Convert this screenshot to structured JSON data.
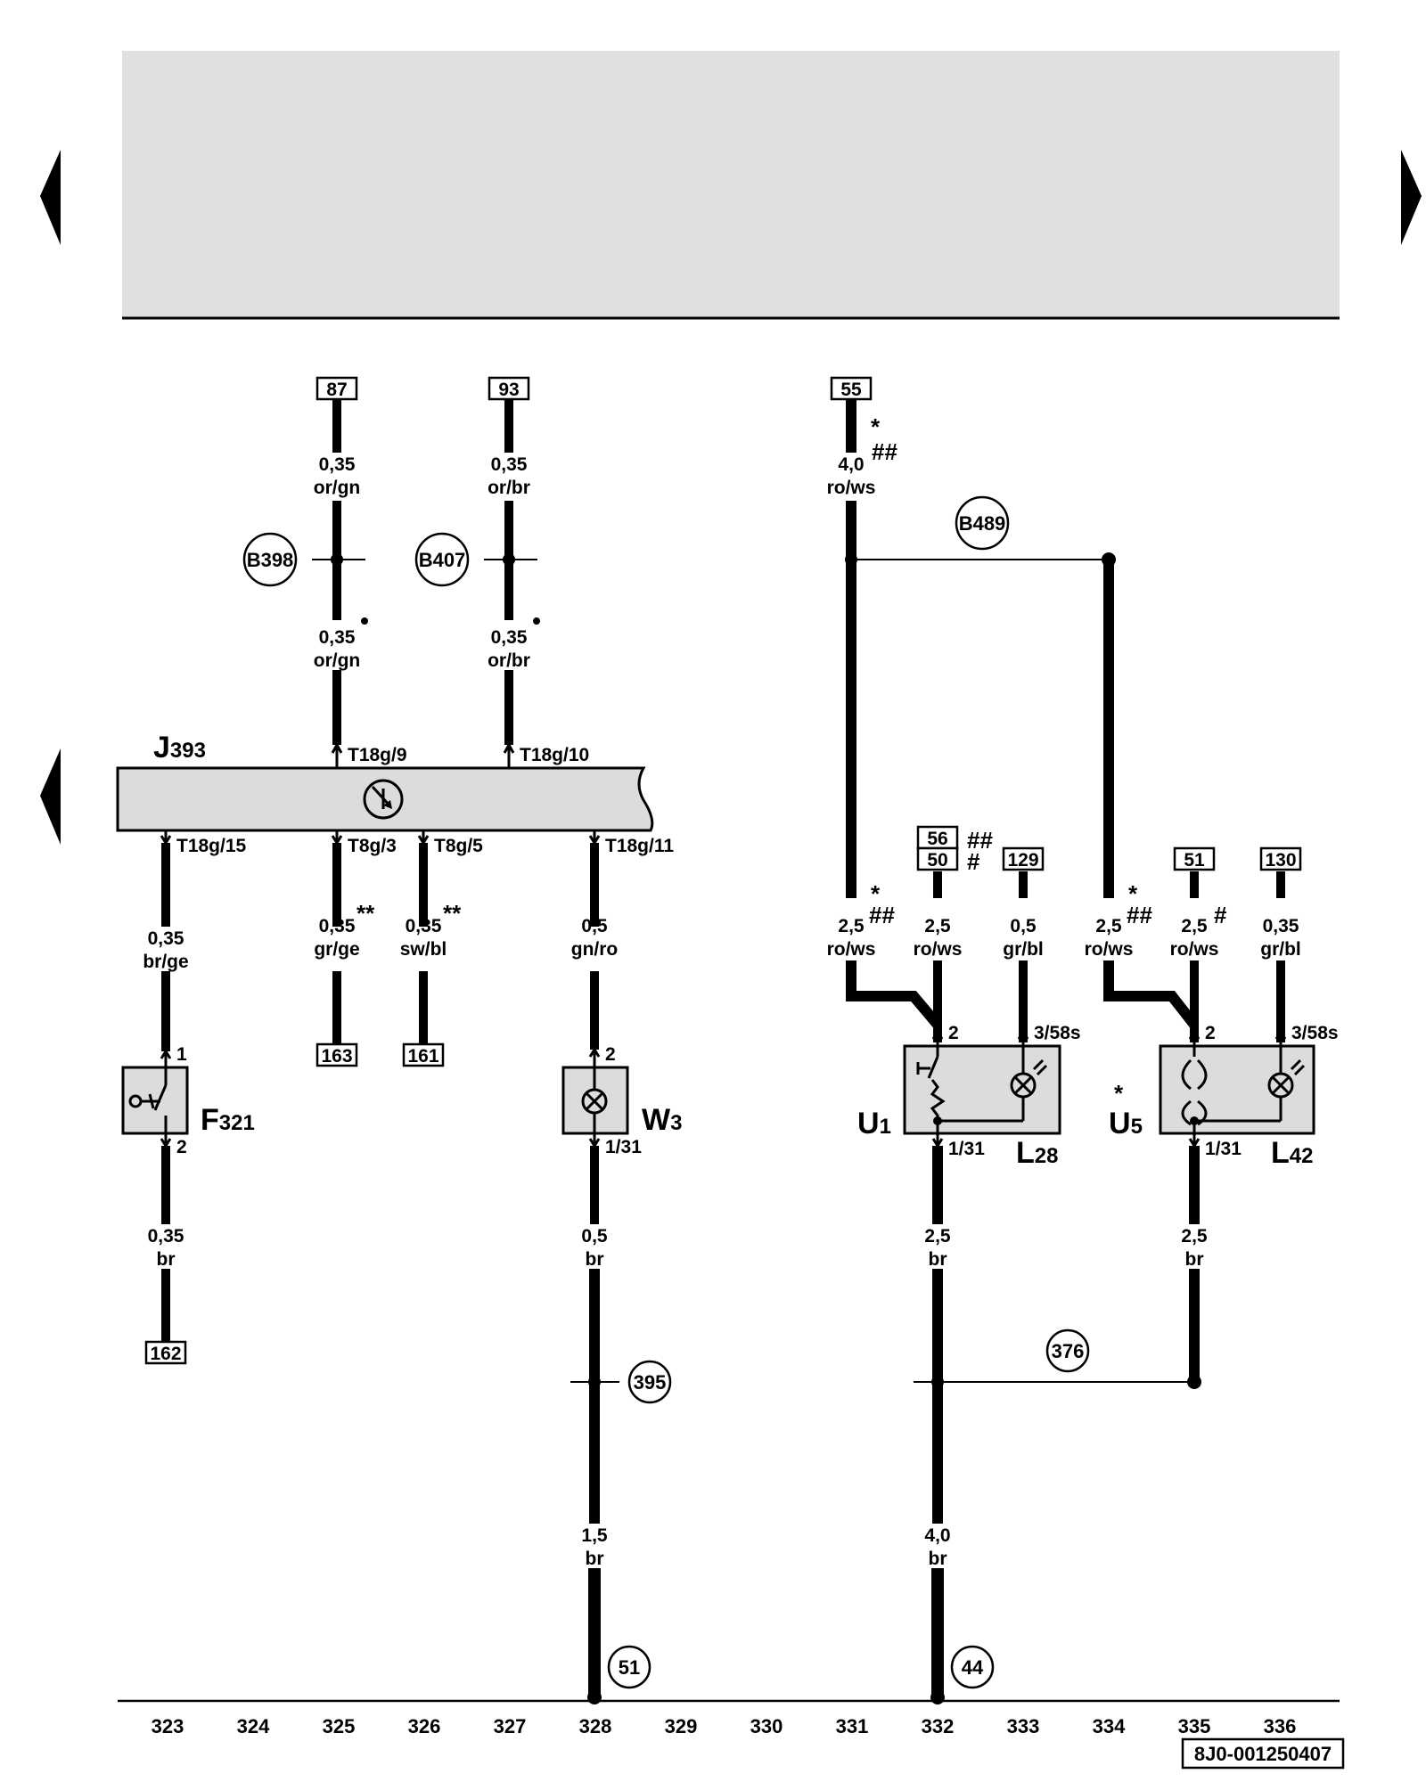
{
  "wires": {
    "w87_top": {
      "size": "0,35",
      "color": "or/gn"
    },
    "w87_bot": {
      "size": "0,35",
      "color": "or/gn"
    },
    "w93_top": {
      "size": "0,35",
      "color": "or/br"
    },
    "w93_bot": {
      "size": "0,35",
      "color": "or/br"
    },
    "w55": {
      "size": "4,0",
      "color": "ro/ws"
    },
    "f321_in": {
      "size": "0,35",
      "color": "br/ge"
    },
    "f321_out": {
      "size": "0,35",
      "color": "br"
    },
    "t8g3": {
      "size": "0,35",
      "color": "gr/ge"
    },
    "t8g5": {
      "size": "0,35",
      "color": "sw/bl"
    },
    "w3_in": {
      "size": "0,5",
      "color": "gn/ro"
    },
    "w3_out": {
      "size": "0,5",
      "color": "br"
    },
    "w3_gnd": {
      "size": "1,5",
      "color": "br"
    },
    "u1_left": {
      "size": "2,5",
      "color": "ro/ws"
    },
    "u1_mid": {
      "size": "2,5",
      "color": "ro/ws"
    },
    "l28_in": {
      "size": "0,5",
      "color": "gr/bl"
    },
    "u5_left": {
      "size": "2,5",
      "color": "ro/ws"
    },
    "u5_mid": {
      "size": "2,5",
      "color": "ro/ws"
    },
    "l42_in": {
      "size": "0,35",
      "color": "gr/bl"
    },
    "u1_out": {
      "size": "2,5",
      "color": "br"
    },
    "u5_out": {
      "size": "2,5",
      "color": "br"
    },
    "u1_gnd": {
      "size": "4,0",
      "color": "br"
    }
  },
  "refs": {
    "r87": "87",
    "r93": "93",
    "r55": "55",
    "r56": "56",
    "r50": "50",
    "r129": "129",
    "r51": "51",
    "r130": "130",
    "r163": "163",
    "r161": "161",
    "r162": "162"
  },
  "nodes": {
    "b398": "B398",
    "b407": "B407",
    "b489": "B489",
    "n395": "395",
    "n376": "376",
    "n51": "51",
    "n44": "44"
  },
  "pins": {
    "t18g9": "T18g/9",
    "t18g10": "T18g/10",
    "t18g15": "T18g/15",
    "t8g3": "T8g/3",
    "t8g5": "T8g/5",
    "t18g11": "T18g/11",
    "f321_1": "1",
    "f321_2": "2",
    "w3_2": "2",
    "w3_131": "1/31",
    "u1_2": "2",
    "u1_358s": "3/58s",
    "u1_131": "1/31",
    "u5_2": "2",
    "u5_358s": "3/58s",
    "u5_131": "1/31"
  },
  "components": {
    "j393": {
      "letter": "J",
      "index": "393"
    },
    "f321": {
      "letter": "F",
      "index": "321"
    },
    "w3": {
      "letter": "W",
      "index": "3"
    },
    "u1": {
      "letter": "U",
      "index": "1"
    },
    "l28": {
      "letter": "L",
      "index": "28"
    },
    "u5": {
      "letter": "U",
      "index": "5"
    },
    "l42": {
      "letter": "L",
      "index": "42"
    }
  },
  "marks": {
    "star": "*",
    "dstar": "**",
    "hash": "#",
    "dhash": "##"
  },
  "axis": [
    "323",
    "324",
    "325",
    "326",
    "327",
    "328",
    "329",
    "330",
    "331",
    "332",
    "333",
    "334",
    "335",
    "336"
  ],
  "footer_code": "8J0-001250407",
  "colors": {
    "header_bg": "#e0e0e0",
    "component_fill": "#dcdcdc",
    "line": "#000000"
  }
}
